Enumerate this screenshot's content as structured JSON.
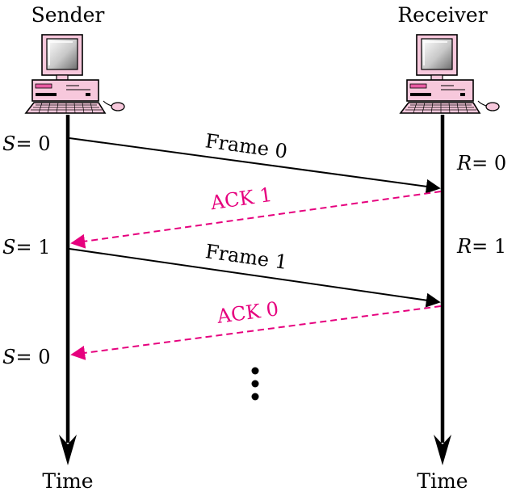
{
  "sender": {
    "title": "Sender",
    "axis_label": "Time"
  },
  "receiver": {
    "title": "Receiver",
    "axis_label": "Time"
  },
  "sender_states": [
    {
      "var": "S",
      "eq": "= 0"
    },
    {
      "var": "S",
      "eq": "= 1"
    },
    {
      "var": "S",
      "eq": "= 0"
    }
  ],
  "receiver_states": [
    {
      "var": "R",
      "eq": "= 0"
    },
    {
      "var": "R",
      "eq": "= 1"
    }
  ],
  "messages": [
    {
      "label": "Frame 0",
      "kind": "frame"
    },
    {
      "label": "ACK 1",
      "kind": "ack"
    },
    {
      "label": "Frame 1",
      "kind": "frame"
    },
    {
      "label": "ACK 0",
      "kind": "ack"
    }
  ],
  "colors": {
    "frame": "#000000",
    "ack": "#e6007e",
    "computer": "#f7c8dc"
  },
  "icons": {
    "sender": "desktop-computer-icon",
    "receiver": "desktop-computer-icon",
    "continuation": "vertical-ellipsis-icon"
  }
}
